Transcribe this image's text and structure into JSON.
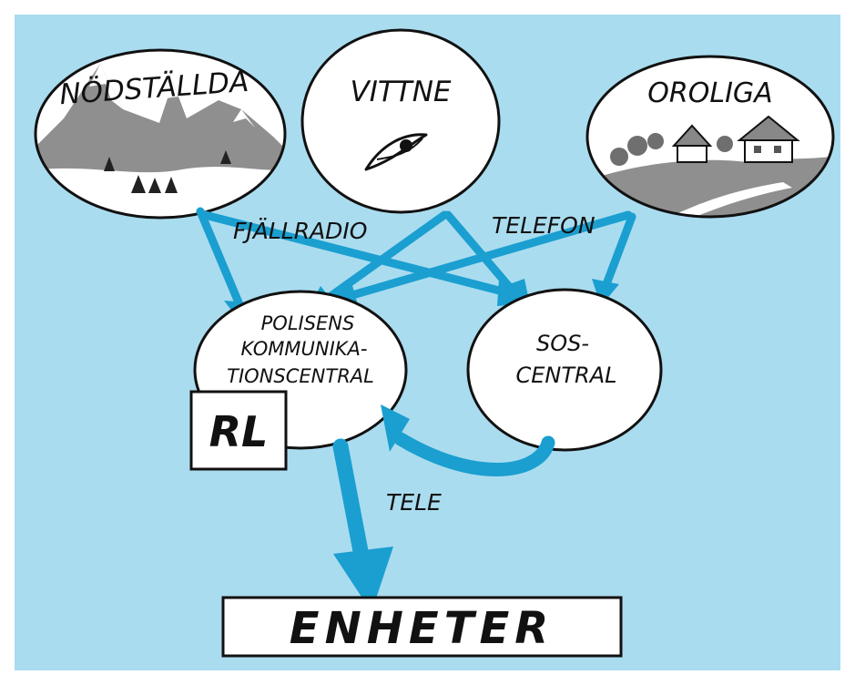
{
  "colors": {
    "background": "#aadcef",
    "frame": "#ffffff",
    "arrow": "#1a9fd0",
    "outline": "#111111",
    "bubble_fill": "#ffffff",
    "terrain": "#8f8f8f"
  },
  "sources": {
    "nodstallda": {
      "label": "NÖDSTÄLLDA",
      "icon": "mountains-illustration"
    },
    "vittne": {
      "label": "VITTNE",
      "icon": "eye-icon"
    },
    "oroliga": {
      "label": "OROLIGA",
      "icon": "houses-illustration"
    }
  },
  "centrals": {
    "police": {
      "lines": [
        "POLISENS",
        "KOMMUNIKA-",
        "TIONSCENTRAL"
      ]
    },
    "sos": {
      "lines": [
        "SOS-",
        "CENTRAL"
      ]
    },
    "rl": {
      "label": "RL"
    }
  },
  "channels": {
    "radio": "FJÄLLRADIO",
    "phone": "TELEFON",
    "tele": "TELE"
  },
  "units": {
    "label": "ENHETER"
  }
}
